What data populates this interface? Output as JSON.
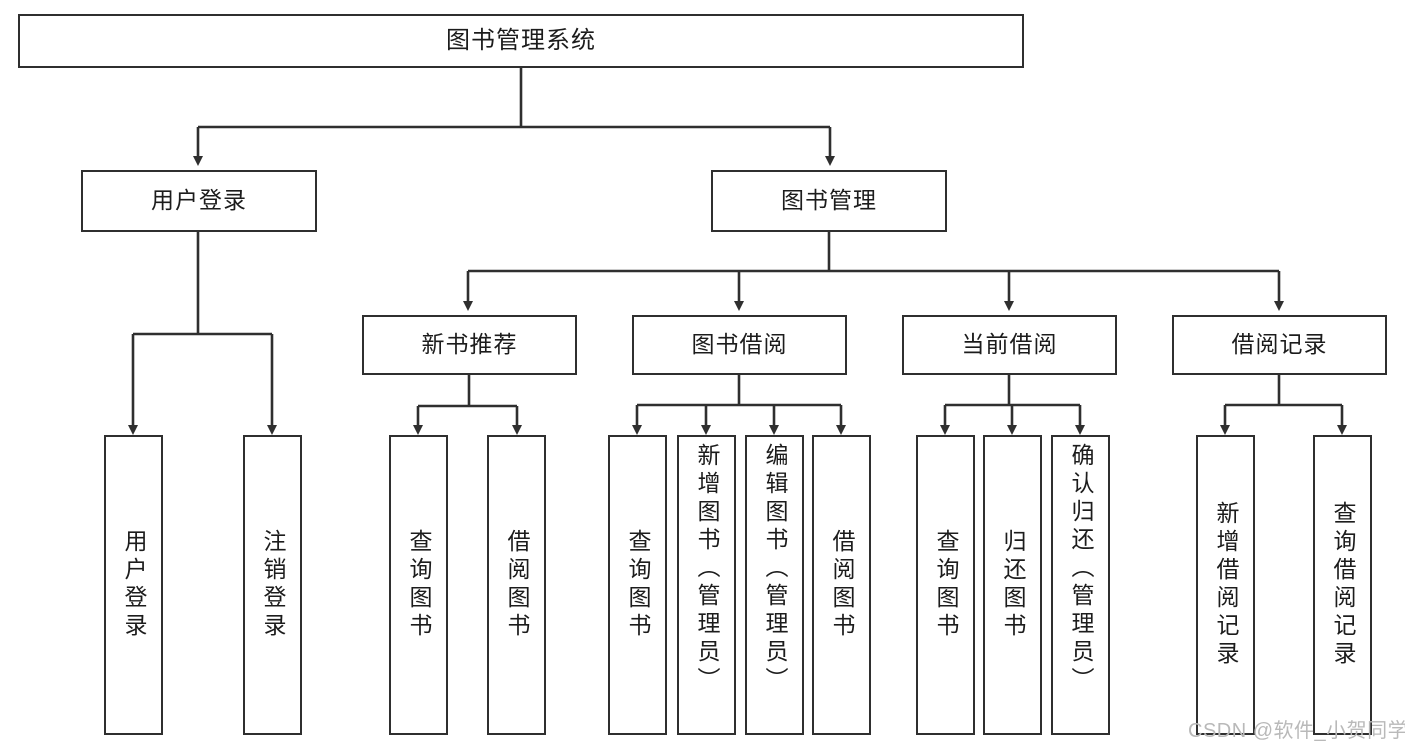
{
  "diagram": {
    "type": "hierarchy-tree",
    "title": "图书管理系统",
    "levels": {
      "level1": [
        {
          "id": "root",
          "label": "图书管理系统"
        }
      ],
      "level2": [
        {
          "id": "user-login",
          "label": "用户登录"
        },
        {
          "id": "book-manage",
          "label": "图书管理"
        }
      ],
      "level3": [
        {
          "id": "new-book-recommend",
          "label": "新书推荐"
        },
        {
          "id": "book-borrow",
          "label": "图书借阅"
        },
        {
          "id": "current-borrow",
          "label": "当前借阅"
        },
        {
          "id": "borrow-record",
          "label": "借阅记录"
        }
      ],
      "level4": [
        {
          "id": "leaf-user-login",
          "label": "用户登录",
          "parent": "user-login"
        },
        {
          "id": "leaf-user-logout",
          "label": "注销登录",
          "parent": "user-login"
        },
        {
          "id": "leaf-query-book-1",
          "label": "查询图书",
          "parent": "new-book-recommend"
        },
        {
          "id": "leaf-borrow-book-1",
          "label": "借阅图书",
          "parent": "new-book-recommend"
        },
        {
          "id": "leaf-query-book-2",
          "label": "查询图书",
          "parent": "book-borrow"
        },
        {
          "id": "leaf-add-book",
          "label": "新增图书（管理员）",
          "parent": "book-borrow"
        },
        {
          "id": "leaf-edit-book",
          "label": "编辑图书（管理员）",
          "parent": "book-borrow"
        },
        {
          "id": "leaf-borrow-book-2",
          "label": "借阅图书",
          "parent": "book-borrow"
        },
        {
          "id": "leaf-query-book-3",
          "label": "查询图书",
          "parent": "current-borrow"
        },
        {
          "id": "leaf-return-book",
          "label": "归还图书",
          "parent": "current-borrow"
        },
        {
          "id": "leaf-confirm-return",
          "label": "确认归还（管理员）",
          "parent": "current-borrow"
        },
        {
          "id": "leaf-add-record",
          "label": "新增借阅记录",
          "parent": "borrow-record"
        },
        {
          "id": "leaf-query-record",
          "label": "查询借阅记录",
          "parent": "borrow-record"
        }
      ]
    },
    "colors": {
      "stroke": "#2f2f2f",
      "fill": "#ffffff",
      "text": "#1c1c1c",
      "watermark": "#b9b9b9"
    }
  },
  "watermark": {
    "text": "CSDN @软件_小贺同学"
  }
}
